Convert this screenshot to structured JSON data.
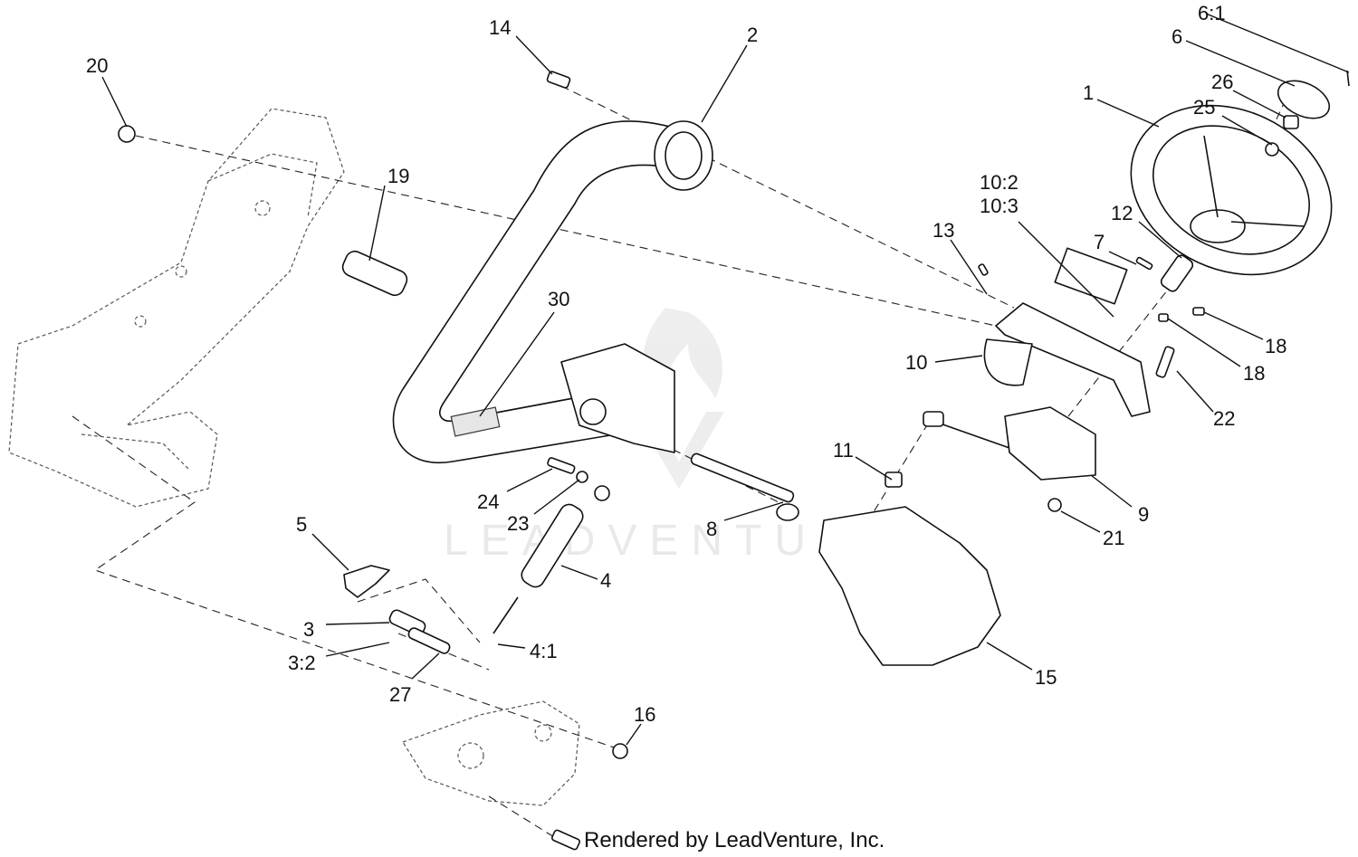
{
  "callouts": {
    "c1": "1",
    "c2": "2",
    "c3": "3",
    "c3_2": "3:2",
    "c4": "4",
    "c4_1": "4:1",
    "c5": "5",
    "c6": "6",
    "c6_1": "6:1",
    "c7": "7",
    "c8": "8",
    "c9": "9",
    "c10": "10",
    "c10_2": "10:2",
    "c10_3": "10:3",
    "c11": "11",
    "c12": "12",
    "c13": "13",
    "c14": "14",
    "c15": "15",
    "c16": "16",
    "c18a": "18",
    "c18b": "18",
    "c19": "19",
    "c20": "20",
    "c21": "21",
    "c22": "22",
    "c23": "23",
    "c24": "24",
    "c25": "25",
    "c26": "26",
    "c27": "27",
    "c30": "30"
  },
  "watermark": "LEADVENTURE",
  "credit": "Rendered by LeadVenture, Inc.",
  "colors": {
    "ink": "#111111",
    "watermark": "#e9e9e9"
  }
}
